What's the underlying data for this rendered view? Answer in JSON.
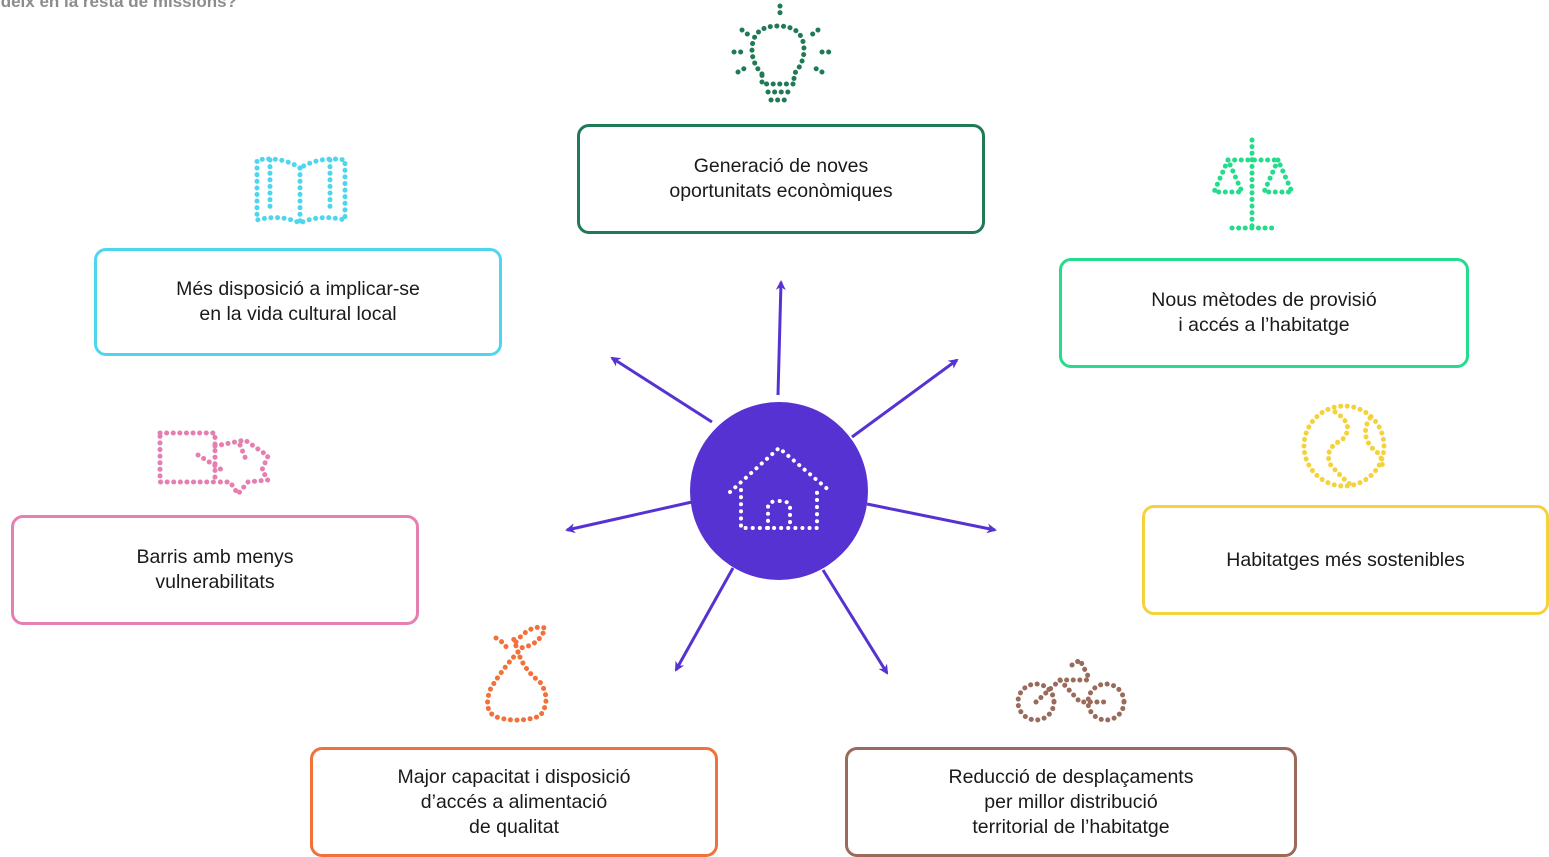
{
  "header": {
    "text": "ideix en la resta de missions?"
  },
  "colors": {
    "center": "#5632d2",
    "arrow": "#5632d2",
    "green_dark": "#1f7a55",
    "cyan": "#4fd6ef",
    "green_light": "#25dc8c",
    "pink": "#e57fb0",
    "yellow": "#f4d23c",
    "orange": "#f2703a",
    "brown": "#9a6a5a"
  },
  "center": {
    "icon": "house-icon"
  },
  "outcomes": [
    {
      "id": "economic",
      "icon": "lightbulb-icon",
      "color": "#1f7a55",
      "lines": [
        "Generació de noves",
        "oportunitats econòmiques"
      ]
    },
    {
      "id": "culture",
      "icon": "book-icon",
      "color": "#4fd6ef",
      "lines": [
        "Més disposició a implicar-se",
        "en la vida cultural local"
      ]
    },
    {
      "id": "housing-methods",
      "icon": "scale-icon",
      "color": "#25dc8c",
      "lines": [
        "Nous mètodes de provisió",
        "i accés a l’habitatge"
      ]
    },
    {
      "id": "neighbourhoods",
      "icon": "map-icon",
      "color": "#e57fb0",
      "lines": [
        "Barris amb menys",
        "vulnerabilitats"
      ]
    },
    {
      "id": "sustainable",
      "icon": "globe-icon",
      "color": "#f4d23c",
      "lines": [
        "Habitatges més sostenibles"
      ]
    },
    {
      "id": "food",
      "icon": "pear-icon",
      "color": "#f2703a",
      "lines": [
        "Major capacitat i disposició",
        "d’accés a alimentació",
        "de qualitat"
      ]
    },
    {
      "id": "mobility",
      "icon": "bicycle-icon",
      "color": "#9a6a5a",
      "lines": [
        "Reducció de desplaçaments",
        "per millor distribució",
        "territorial de l’habitatge"
      ]
    }
  ]
}
